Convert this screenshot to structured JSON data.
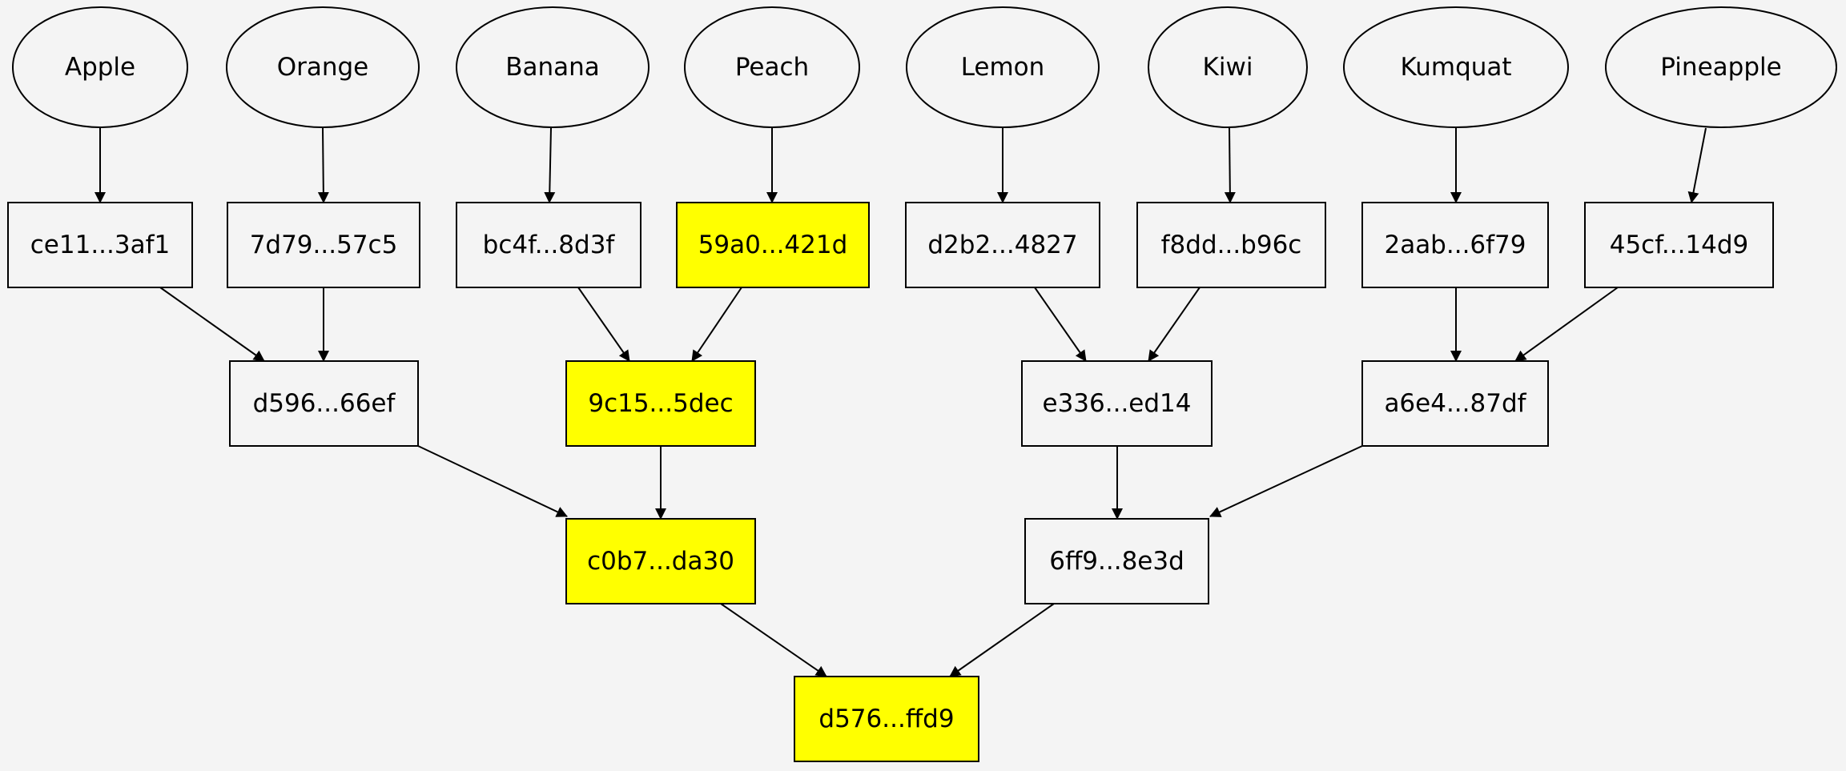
{
  "diagram": {
    "type": "merkle-tree",
    "highlight_color": "#ffff00",
    "leaves": [
      {
        "id": "apple",
        "label": "Apple"
      },
      {
        "id": "orange",
        "label": "Orange"
      },
      {
        "id": "banana",
        "label": "Banana"
      },
      {
        "id": "peach",
        "label": "Peach"
      },
      {
        "id": "lemon",
        "label": "Lemon"
      },
      {
        "id": "kiwi",
        "label": "Kiwi"
      },
      {
        "id": "kumquat",
        "label": "Kumquat"
      },
      {
        "id": "pineapple",
        "label": "Pineapple"
      }
    ],
    "hashes": [
      {
        "id": "h_apple",
        "label": "ce11...3af1",
        "highlighted": false
      },
      {
        "id": "h_orange",
        "label": "7d79...57c5",
        "highlighted": false
      },
      {
        "id": "h_banana",
        "label": "bc4f...8d3f",
        "highlighted": false
      },
      {
        "id": "h_peach",
        "label": "59a0...421d",
        "highlighted": true
      },
      {
        "id": "h_lemon",
        "label": "d2b2...4827",
        "highlighted": false
      },
      {
        "id": "h_kiwi",
        "label": "f8dd...b96c",
        "highlighted": false
      },
      {
        "id": "h_kumquat",
        "label": "2aab...6f79",
        "highlighted": false
      },
      {
        "id": "h_pineapple",
        "label": "45cf...14d9",
        "highlighted": false
      },
      {
        "id": "h_ao",
        "label": "d596...66ef",
        "highlighted": false
      },
      {
        "id": "h_bp",
        "label": "9c15...5dec",
        "highlighted": true
      },
      {
        "id": "h_lk",
        "label": "e336...ed14",
        "highlighted": false
      },
      {
        "id": "h_kp",
        "label": "a6e4...87df",
        "highlighted": false
      },
      {
        "id": "h_left",
        "label": "c0b7...da30",
        "highlighted": true
      },
      {
        "id": "h_right",
        "label": "6ff9...8e3d",
        "highlighted": false
      },
      {
        "id": "h_root",
        "label": "d576...ffd9",
        "highlighted": true
      }
    ],
    "edges": [
      [
        "apple",
        "h_apple"
      ],
      [
        "orange",
        "h_orange"
      ],
      [
        "banana",
        "h_banana"
      ],
      [
        "peach",
        "h_peach"
      ],
      [
        "lemon",
        "h_lemon"
      ],
      [
        "kiwi",
        "h_kiwi"
      ],
      [
        "kumquat",
        "h_kumquat"
      ],
      [
        "pineapple",
        "h_pineapple"
      ],
      [
        "h_apple",
        "h_ao"
      ],
      [
        "h_orange",
        "h_ao"
      ],
      [
        "h_banana",
        "h_bp"
      ],
      [
        "h_peach",
        "h_bp"
      ],
      [
        "h_lemon",
        "h_lk"
      ],
      [
        "h_kiwi",
        "h_lk"
      ],
      [
        "h_kumquat",
        "h_kp"
      ],
      [
        "h_pineapple",
        "h_kp"
      ],
      [
        "h_ao",
        "h_left"
      ],
      [
        "h_bp",
        "h_left"
      ],
      [
        "h_lk",
        "h_right"
      ],
      [
        "h_kp",
        "h_right"
      ],
      [
        "h_left",
        "h_root"
      ],
      [
        "h_right",
        "h_root"
      ]
    ]
  }
}
